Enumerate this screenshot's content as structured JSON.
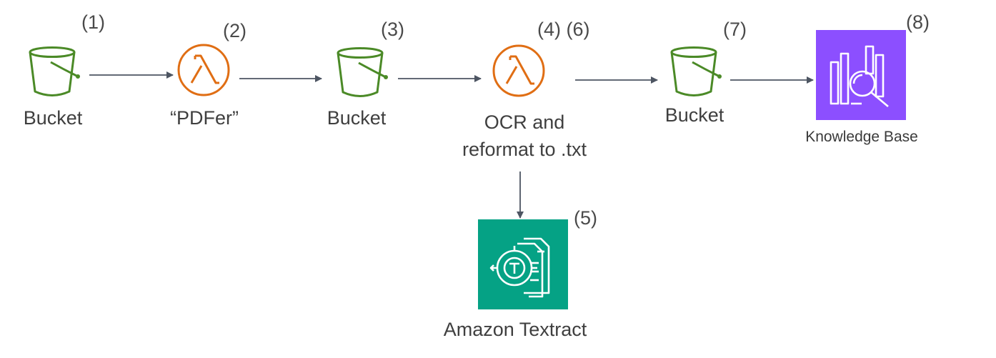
{
  "colors": {
    "bucket": "#4b8a27",
    "lambda": "#e06e14",
    "textract_bg": "#05a285",
    "kb_bg": "#8c4fff",
    "arrow": "#4d5562",
    "text": "#3f3f3f"
  },
  "nodes": [
    {
      "id": "bucket-1",
      "icon": "s3-bucket-icon",
      "label": "Bucket",
      "step": "(1)"
    },
    {
      "id": "lambda-pdfer",
      "icon": "lambda-icon",
      "label": "“PDFer”",
      "step": "(2)"
    },
    {
      "id": "bucket-3",
      "icon": "s3-bucket-icon",
      "label": "Bucket",
      "step": "(3)"
    },
    {
      "id": "lambda-ocr",
      "icon": "lambda-icon",
      "label_line1": "OCR and",
      "label_line2": "reformat to .txt",
      "step": "(4) (6)"
    },
    {
      "id": "bucket-7",
      "icon": "s3-bucket-icon",
      "label": "Bucket",
      "step": "(7)"
    },
    {
      "id": "knowledge-base",
      "icon": "knowledge-base-icon",
      "label": "Knowledge Base",
      "step": "(8)"
    },
    {
      "id": "textract",
      "icon": "textract-icon",
      "label": "Amazon Textract",
      "step": "(5)"
    }
  ],
  "edges": [
    {
      "from": "bucket-1",
      "to": "lambda-pdfer"
    },
    {
      "from": "lambda-pdfer",
      "to": "bucket-3"
    },
    {
      "from": "bucket-3",
      "to": "lambda-ocr"
    },
    {
      "from": "lambda-ocr",
      "to": "bucket-7"
    },
    {
      "from": "bucket-7",
      "to": "knowledge-base"
    },
    {
      "from": "lambda-ocr",
      "to": "textract"
    }
  ]
}
